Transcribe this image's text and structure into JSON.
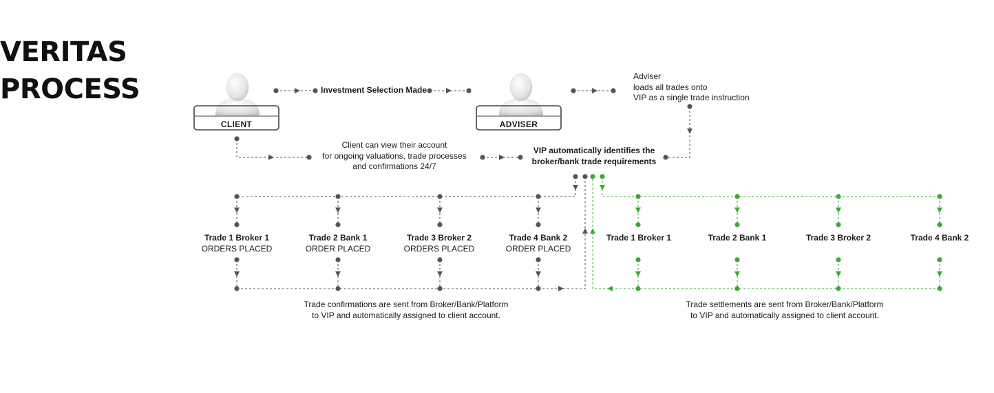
{
  "title": {
    "line1": "VERITAS",
    "line2": "PROCESS"
  },
  "actors": {
    "client": "CLIENT",
    "adviser": "ADVISER"
  },
  "steps": {
    "investment": "Investment Selection Made",
    "adviser_note": [
      "Adviser",
      "loads all trades onto",
      "VIP as a single trade instruction"
    ],
    "vip_identifies": [
      "VIP automatically identifies the",
      "broker/bank trade requirements"
    ],
    "client_view": [
      "Client can view their account",
      "for ongoing valuations, trade processes",
      "and confirmations 24/7"
    ]
  },
  "orders": [
    {
      "name": "Trade 1 Broker 1",
      "status": "ORDERS PLACED"
    },
    {
      "name": "Trade 2 Bank 1",
      "status": "ORDER PLACED"
    },
    {
      "name": "Trade 3 Broker 2",
      "status": "ORDERS PLACED"
    },
    {
      "name": "Trade 4 Bank 2",
      "status": "ORDER PLACED"
    }
  ],
  "settlements": [
    {
      "name": "Trade 1 Broker 1"
    },
    {
      "name": "Trade 2 Bank 1"
    },
    {
      "name": "Trade 3 Broker 2"
    },
    {
      "name": "Trade 4 Bank 2"
    }
  ],
  "footers": {
    "confirmations": [
      "Trade confirmations are sent from Broker/Bank/Platform",
      "to VIP and automatically assigned to client account."
    ],
    "settlements": [
      "Trade settlements are sent from Broker/Bank/Platform",
      "to VIP and automatically assigned to client account."
    ]
  },
  "colors": {
    "grey": "#555555",
    "green": "#3aaa35"
  }
}
